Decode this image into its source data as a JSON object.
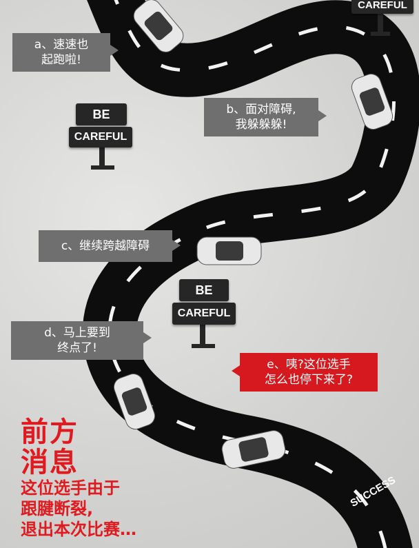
{
  "bubbles": {
    "a": {
      "line1": "a、速速也",
      "line2": "起跑啦!"
    },
    "b": {
      "line1": "b、面对障碍,",
      "line2": "我躲躲躲!"
    },
    "c": {
      "line1": "c、继续跨越障碍"
    },
    "d": {
      "line1": "d、马上要到",
      "line2": "终点了!"
    },
    "e": {
      "line1": "e、咦?这位选手",
      "line2": "怎么也停下来了?"
    }
  },
  "signs": {
    "top": {
      "line1": "CAREFUL"
    },
    "left": {
      "line1": "BE",
      "line2": "CAREFUL"
    },
    "middle": {
      "line1": "BE",
      "line2": "CAREFUL"
    }
  },
  "finish_label": "SUCCESS",
  "headline": {
    "line1": "前方",
    "line2": "消息",
    "line3": "这位选手由于",
    "line4": "跟腱断裂,",
    "line5": "退出本次比赛…"
  },
  "colors": {
    "road": "#0d0d0d",
    "accent_red": "#d6191e",
    "bubble_gray": "#6f6f6f"
  }
}
